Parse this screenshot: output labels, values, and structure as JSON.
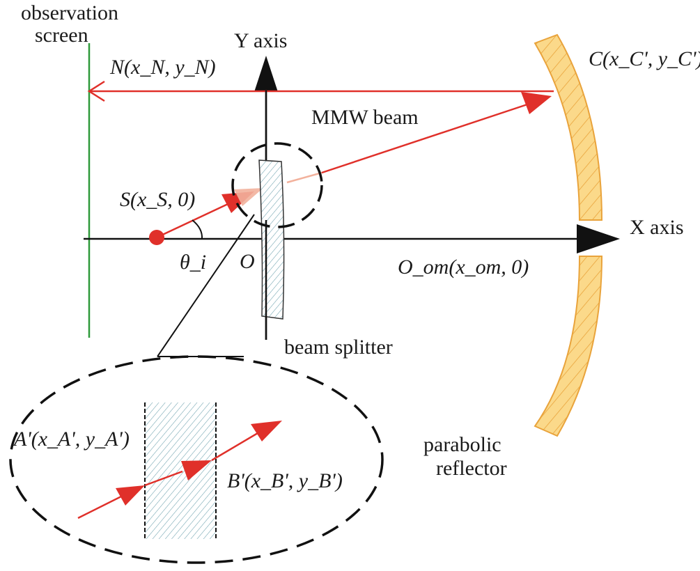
{
  "labels": {
    "observation_screen_line1": "observation",
    "observation_screen_line2": "screen",
    "y_axis": "Y axis",
    "x_axis": "X axis",
    "point_n": "N(x_N, y_N)",
    "point_c": "C(x_C', y_C')",
    "mmw_beam": "MMW beam",
    "point_s": "S(x_S, 0)",
    "theta": "θ_i",
    "origin": "O",
    "point_oom": "O_om(x_om, 0)",
    "beam_splitter": "beam splitter",
    "point_a": "A'(x_A', y_A')",
    "point_b": "B'(x_B', y_B')",
    "parabolic_line1": "parabolic",
    "parabolic_line2": "reflector"
  },
  "colors": {
    "screen_line": "#2e9a3a",
    "beam": "#e0302a",
    "beam_faded": "#f2b19c",
    "reflector_fill": "#fbd98a",
    "reflector_stroke": "#e9a33b",
    "splitter_hatch": "#6aa0ad",
    "axis": "#111111"
  }
}
